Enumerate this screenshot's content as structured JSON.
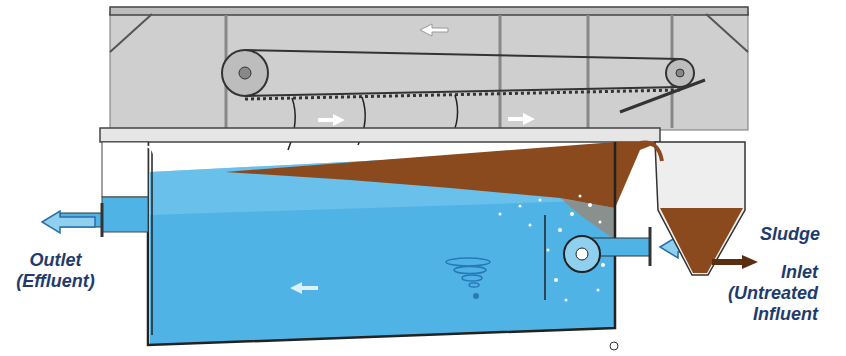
{
  "diagram": {
    "labels": [
      "Outlet (Effluent)",
      "Sludge",
      "Inlet (Untreated Influent"
    ]
  }
}
